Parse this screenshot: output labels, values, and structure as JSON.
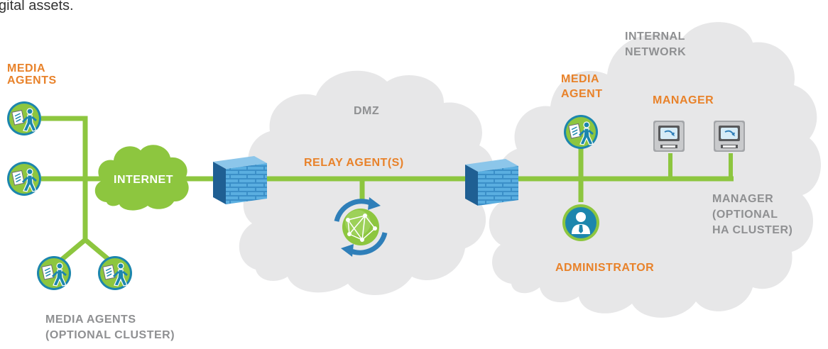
{
  "intro_text": "gital assets.",
  "colors": {
    "orange": "#e8822a",
    "green": "#8dc63f",
    "grey_text": "#8f9092",
    "cloud": "#e7e7e8",
    "firewall": "#2f7fb9",
    "agent_ring": "#1b8ab0"
  },
  "labels": {
    "media_agents_left": [
      "MEDIA",
      "AGENTS"
    ],
    "internet": "INTERNET",
    "dmz": "DMZ",
    "relay_agents": "RELAY AGENT(S)",
    "internal_network": [
      "INTERNAL",
      "NETWORK"
    ],
    "media_agent_internal": [
      "MEDIA",
      "AGENT"
    ],
    "manager": "MANAGER",
    "manager_cluster": [
      "MANAGER",
      "(OPTIONAL",
      "HA CLUSTER)"
    ],
    "administrator": "ADMINISTRATOR",
    "media_agents_cluster": [
      "MEDIA AGENTS",
      "(OPTIONAL CLUSTER)"
    ]
  },
  "icons": {
    "media_agent": "media-agent-icon",
    "firewall": "firewall-icon",
    "relay": "relay-agent-globe-icon",
    "manager": "manager-computer-icon",
    "administrator": "administrator-person-icon",
    "internet_cloud": "internet-cloud-icon"
  }
}
